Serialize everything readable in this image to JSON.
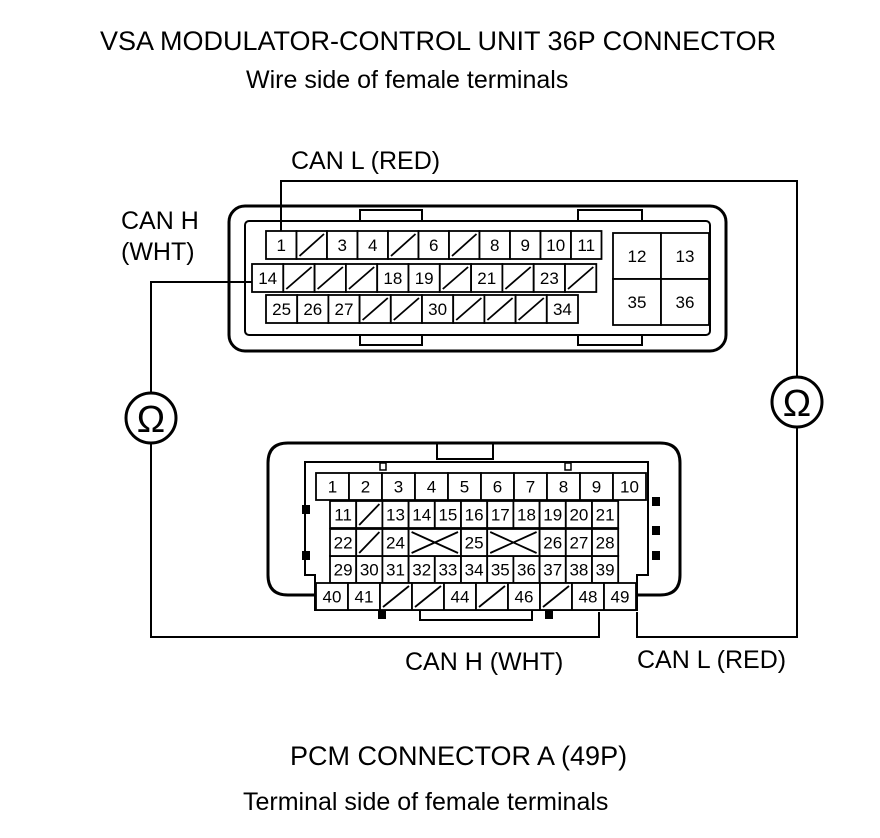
{
  "vsa": {
    "title": "VSA MODULATOR-CONTROL UNIT 36P CONNECTOR",
    "subtitle": "Wire side of female terminals",
    "can_l_label": "CAN L (RED)",
    "can_h_label_line1": "CAN H",
    "can_h_label_line2": "(WHT)",
    "row1": [
      "1",
      "",
      "3",
      "4",
      "",
      "6",
      "",
      "8",
      "9",
      "10",
      "11"
    ],
    "row2": [
      "14",
      "",
      "",
      "",
      "18",
      "19",
      "",
      "21",
      "",
      "23",
      ""
    ],
    "row3": [
      "25",
      "26",
      "27",
      "",
      "",
      "30",
      "",
      "",
      "",
      "34"
    ],
    "block": [
      "12",
      "13",
      "35",
      "36"
    ]
  },
  "pcm": {
    "title": "PCM CONNECTOR A (49P)",
    "subtitle": "Terminal side of female terminals",
    "can_h_label": "CAN H (WHT)",
    "can_l_label": "CAN L (RED)",
    "row1": [
      "1",
      "2",
      "3",
      "4",
      "5",
      "6",
      "7",
      "8",
      "9",
      "10"
    ],
    "row2": [
      "11",
      "",
      "13",
      "14",
      "15",
      "16",
      "17",
      "18",
      "19",
      "20",
      "21"
    ],
    "row3": [
      "22",
      "",
      "24",
      "25",
      "26",
      "27",
      "28"
    ],
    "row4": [
      "29",
      "30",
      "31",
      "32",
      "33",
      "34",
      "35",
      "36",
      "37",
      "38",
      "39"
    ],
    "row5": [
      "40",
      "41",
      "",
      "",
      "44",
      "",
      "46",
      "",
      "48",
      "49"
    ]
  },
  "meter_symbol": "Ω"
}
